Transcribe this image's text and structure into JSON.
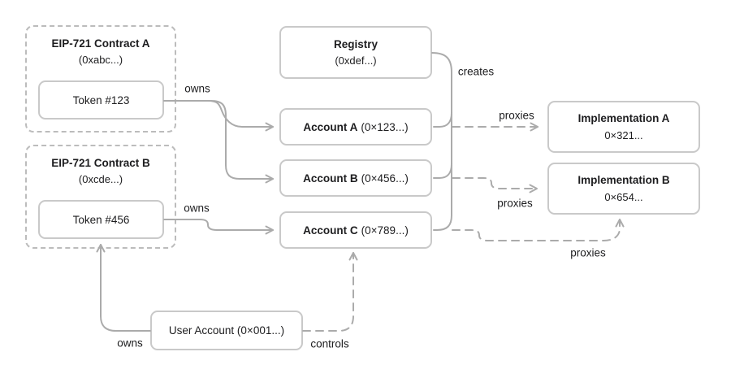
{
  "diagram": {
    "colors": {
      "background": "#ffffff",
      "line": "#ababab",
      "box_border": "#c9c9c9",
      "group_border": "#bcbcbc",
      "text": "#1d1d1f"
    },
    "groups": {
      "contract_a": {
        "title": "EIP-721 Contract A",
        "subtitle": "(0xabc...)"
      },
      "contract_b": {
        "title": "EIP-721 Contract B",
        "subtitle": "(0xcde...)"
      }
    },
    "nodes": {
      "token_123": {
        "label": "Token #123"
      },
      "token_456": {
        "label": "Token #456"
      },
      "registry": {
        "title": "Registry",
        "subtitle": "(0xdef...)"
      },
      "account_a": {
        "name": "Account A",
        "address": "(0×123...)"
      },
      "account_b": {
        "name": "Account B",
        "address": "(0×456...)"
      },
      "account_c": {
        "name": "Account C",
        "address": "(0×789...)"
      },
      "implementation_a": {
        "title": "Implementation A",
        "subtitle": "0×321..."
      },
      "implementation_b": {
        "title": "Implementation B",
        "subtitle": "0×654..."
      },
      "user_account": {
        "label": "User Account (0×001...)"
      }
    },
    "edges": {
      "owns_token123": "owns",
      "owns_token456": "owns",
      "creates": "creates",
      "proxies_a": "proxies",
      "proxies_b": "proxies",
      "proxies_c": "proxies",
      "owns_user": "owns",
      "controls": "controls"
    }
  }
}
